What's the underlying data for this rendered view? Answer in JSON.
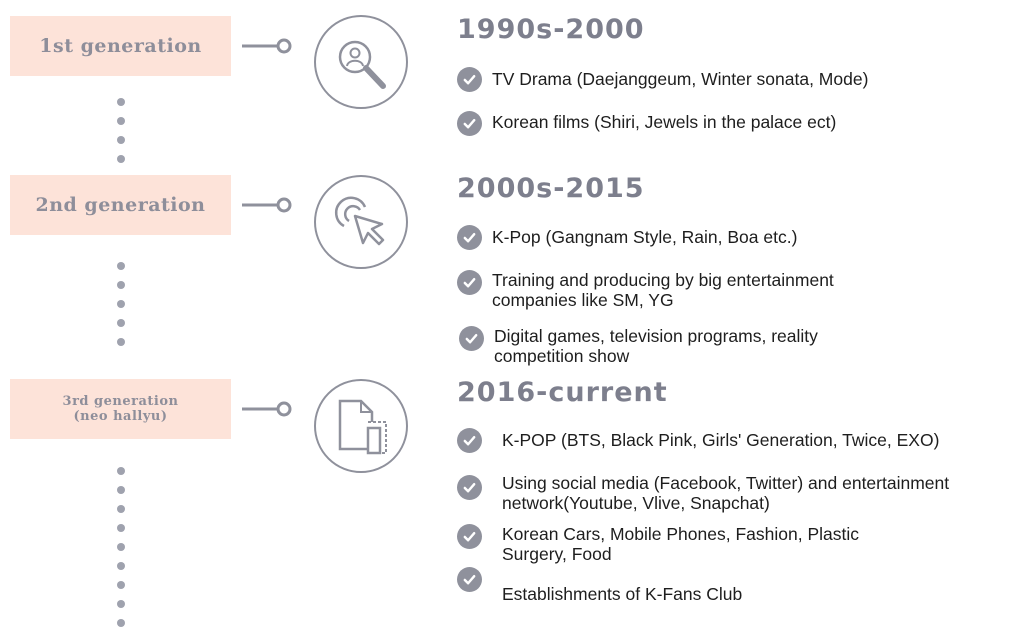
{
  "generations": [
    {
      "label": "1st generation",
      "icon": "magnifier-person-icon",
      "era": "1990s-2000",
      "items": [
        "TV Drama (Daejanggeum, Winter sonata, Mode)",
        "Korean films (Shiri, Jewels in the palace ect)"
      ]
    },
    {
      "label": "2nd generation",
      "icon": "cursor-click-icon",
      "era": "2000s-2015",
      "items": [
        "K-Pop (Gangnam Style, Rain, Boa etc.)",
        "Training and producing by big entertainment companies like SM, YG",
        "Digital games, television programs, reality competition show"
      ]
    },
    {
      "label": "3rd generation (neo hallyu)",
      "icon": "documents-copy-icon",
      "era": "2016-current",
      "items": [
        "K-POP (BTS, Black Pink, Girls' Generation, Twice, EXO)",
        "Using social media (Facebook, Twitter) and entertainment network(Youtube, Vlive, Snapchat)",
        "Korean Cars, Mobile Phones, Fashion, Plastic Surgery, Food",
        "Establishments of K-Fans Club"
      ]
    }
  ],
  "colors": {
    "box_fill": "#fde3d9",
    "icon_gray": "#8f919c",
    "era_text": "#7d7f8d",
    "dot_gray": "#9fa2ae"
  }
}
